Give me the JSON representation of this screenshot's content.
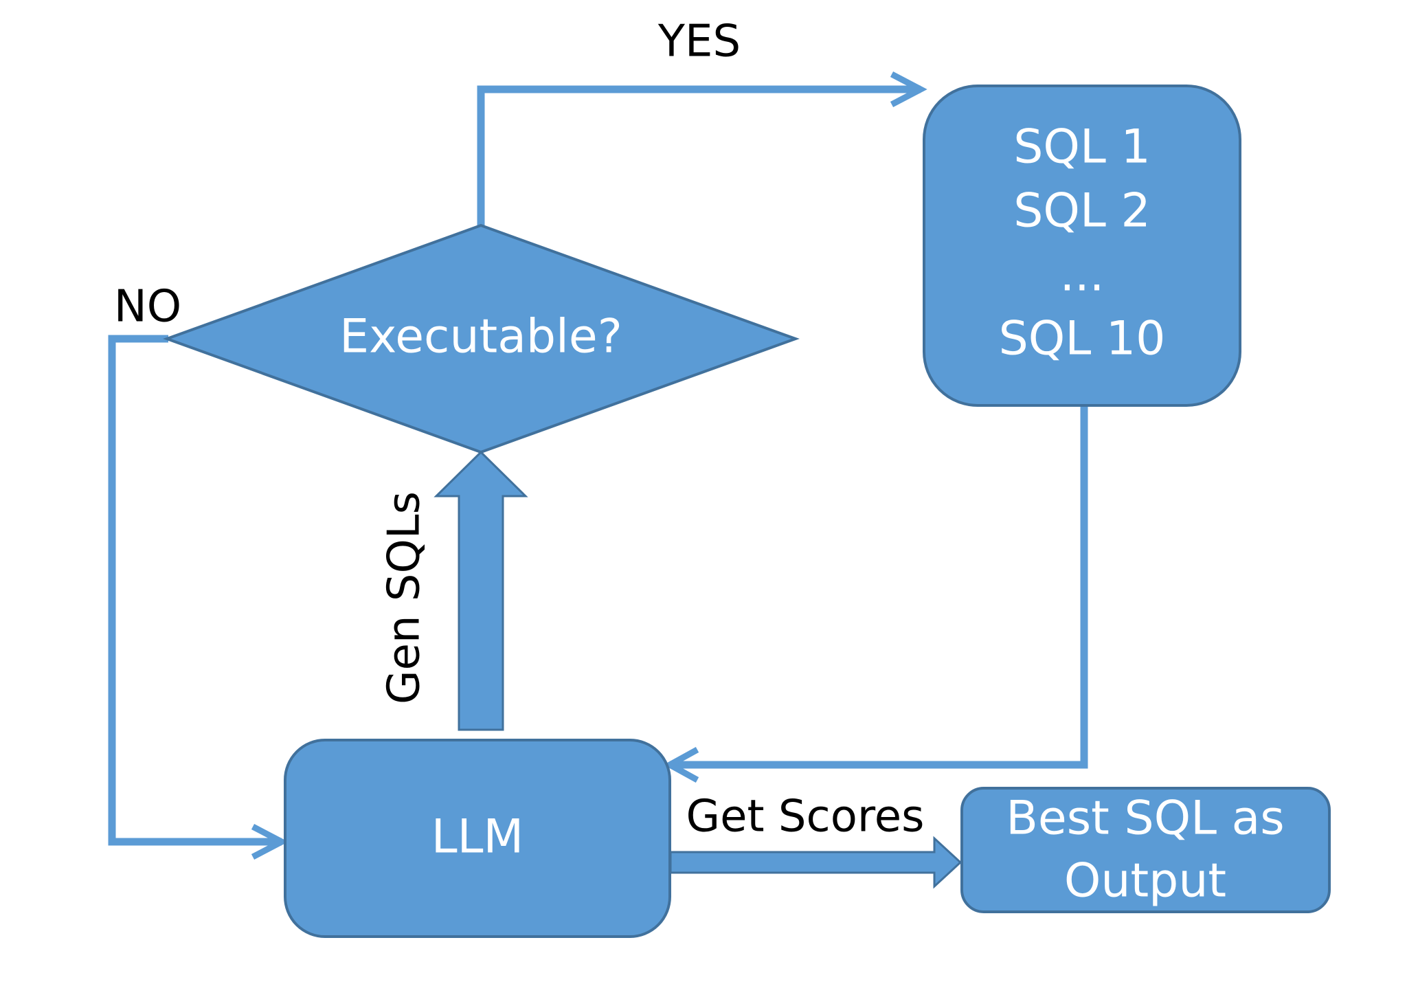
{
  "nodes": {
    "decision": {
      "label": "Executable?"
    },
    "sql_list": {
      "lines": [
        "SQL 1",
        "SQL 2",
        "...",
        "SQL 10"
      ]
    },
    "llm": {
      "label": "LLM"
    },
    "output": {
      "lines": [
        "Best SQL as",
        "Output"
      ]
    }
  },
  "edges": {
    "yes": {
      "label": "YES"
    },
    "no": {
      "label": "NO"
    },
    "gen": {
      "label": "Gen SQLs"
    },
    "scores": {
      "label": "Get Scores"
    }
  },
  "colors": {
    "fill": "#5b9bd5",
    "stroke": "#41719c",
    "text_on_fill": "#ffffff",
    "text": "#000000"
  }
}
